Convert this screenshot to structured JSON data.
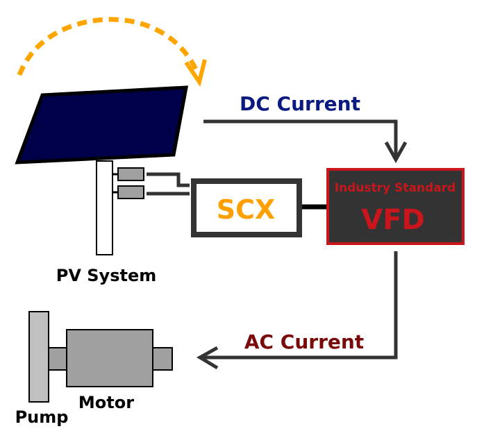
{
  "diagram": {
    "labels": {
      "dc_current": "DC Current",
      "ac_current": "AC Current",
      "scx": "SCX",
      "vfd_top": "Industry Standard",
      "vfd_main": "VFD",
      "pv_system": "PV System",
      "motor": "Motor",
      "pump": "Pump"
    },
    "colors": {
      "tracking_arc": "#ffa500",
      "panel_fill": "#00004a",
      "dc_text": "#0a1a80",
      "ac_text": "#7a0a0a",
      "scx_text": "#ffa000",
      "vfd_text": "#c8161c",
      "vfd_fill": "#333333",
      "vfd_border": "#c8161c",
      "wire": "#333333",
      "motor_fill": "#a0a0a0",
      "pump_fill": "#c0c0c0"
    }
  }
}
